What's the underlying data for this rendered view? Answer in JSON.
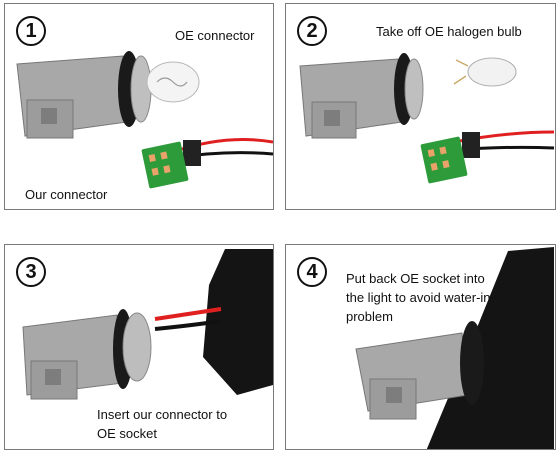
{
  "steps": [
    {
      "number": "1",
      "captions": [
        "OE connector",
        "Our connector"
      ]
    },
    {
      "number": "2",
      "captions": [
        "Take off OE halogen bulb"
      ]
    },
    {
      "number": "3",
      "captions": [
        "Insert our connector to OE socket"
      ]
    },
    {
      "number": "4",
      "captions": [
        "Put back OE socket into the light to avoid water-in problem"
      ]
    }
  ],
  "colors": {
    "connector_gray": "#a6a6a6",
    "seal_black": "#1a1a1a",
    "pcb_green": "#2e9b3a",
    "wire_red": "#e02020",
    "wire_black": "#111111",
    "border": "#7a7a7a"
  }
}
